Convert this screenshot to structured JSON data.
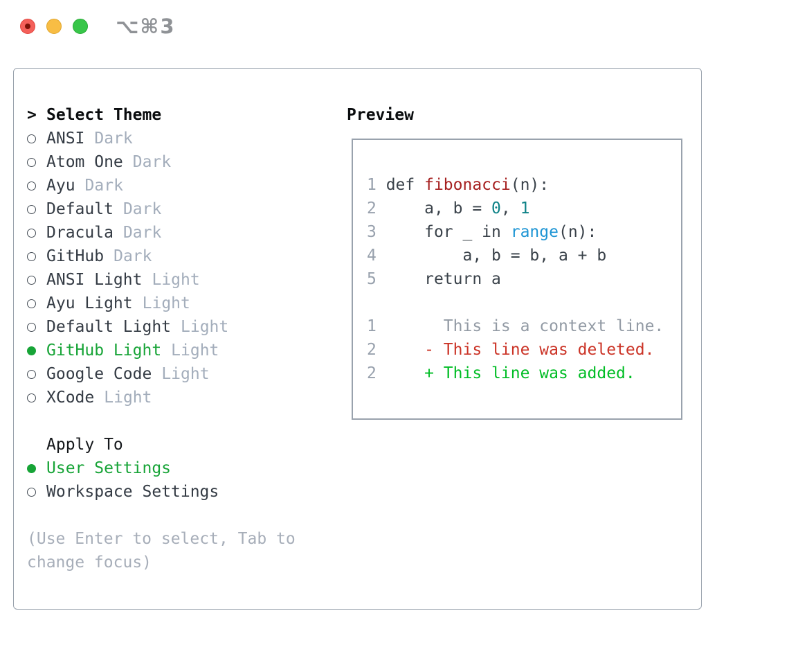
{
  "window": {
    "titlebar": {
      "shortcut": "⌥⌘3"
    }
  },
  "theme_panel": {
    "header": {
      "prompt": ">",
      "label": "Select Theme"
    },
    "themes": [
      {
        "name": "ANSI",
        "variant": "Dark",
        "selected": false
      },
      {
        "name": "Atom One",
        "variant": "Dark",
        "selected": false
      },
      {
        "name": "Ayu",
        "variant": "Dark",
        "selected": false
      },
      {
        "name": "Default",
        "variant": "Dark",
        "selected": false
      },
      {
        "name": "Dracula",
        "variant": "Dark",
        "selected": false
      },
      {
        "name": "GitHub",
        "variant": "Dark",
        "selected": false
      },
      {
        "name": "ANSI Light",
        "variant": "Light",
        "selected": false
      },
      {
        "name": "Ayu Light",
        "variant": "Light",
        "selected": false
      },
      {
        "name": "Default Light",
        "variant": "Light",
        "selected": false
      },
      {
        "name": "GitHub Light",
        "variant": "Light",
        "selected": true
      },
      {
        "name": "Google Code",
        "variant": "Light",
        "selected": false
      },
      {
        "name": "XCode",
        "variant": "Light",
        "selected": false
      }
    ],
    "apply_to": {
      "label": "Apply To",
      "options": [
        {
          "name": "User Settings",
          "selected": true
        },
        {
          "name": "Workspace Settings",
          "selected": false
        }
      ]
    },
    "help_text": "(Use Enter to select, Tab to change focus)"
  },
  "preview": {
    "label": "Preview",
    "code_lines": [
      {
        "segments": [
          {
            "t": "1 ",
            "c": "lnum"
          },
          {
            "t": "def ",
            "c": "code"
          },
          {
            "t": "fibonacci",
            "c": "func"
          },
          {
            "t": "(n):",
            "c": "code"
          }
        ]
      },
      {
        "segments": [
          {
            "t": "2 ",
            "c": "lnum"
          },
          {
            "t": "    a, b = ",
            "c": "code"
          },
          {
            "t": "0",
            "c": "num"
          },
          {
            "t": ", ",
            "c": "code"
          },
          {
            "t": "1",
            "c": "num"
          }
        ]
      },
      {
        "segments": [
          {
            "t": "3 ",
            "c": "lnum"
          },
          {
            "t": "    for _ in ",
            "c": "code"
          },
          {
            "t": "range",
            "c": "builtin"
          },
          {
            "t": "(n):",
            "c": "code"
          }
        ]
      },
      {
        "segments": [
          {
            "t": "4 ",
            "c": "lnum"
          },
          {
            "t": "        a, b = b, a + b",
            "c": "code"
          }
        ]
      },
      {
        "segments": [
          {
            "t": "5 ",
            "c": "lnum"
          },
          {
            "t": "    return a",
            "c": "code"
          }
        ]
      },
      {
        "segments": []
      },
      {
        "segments": [
          {
            "t": "1 ",
            "c": "lnum"
          },
          {
            "t": "      This is a context line.",
            "c": "context"
          }
        ]
      },
      {
        "segments": [
          {
            "t": "2 ",
            "c": "lnum"
          },
          {
            "t": "    ",
            "c": "code"
          },
          {
            "t": "- This line was deleted.",
            "c": "deleted"
          }
        ]
      },
      {
        "segments": [
          {
            "t": "2 ",
            "c": "lnum"
          },
          {
            "t": "    ",
            "c": "code"
          },
          {
            "t": "+ This line was added.",
            "c": "added"
          }
        ]
      }
    ]
  },
  "colors": {
    "accent_green": "#17a437",
    "diff_added": "#00bd25",
    "diff_deleted": "#cb3326",
    "syntax_function": "#a62121",
    "syntax_number": "#0d8287",
    "syntax_builtin": "#1e95d4",
    "muted_gray": "#a3adbb",
    "border_gray": "#99a2ad",
    "traffic_red": "#f4605a",
    "traffic_yellow": "#f8bd44",
    "traffic_green": "#38c649"
  }
}
